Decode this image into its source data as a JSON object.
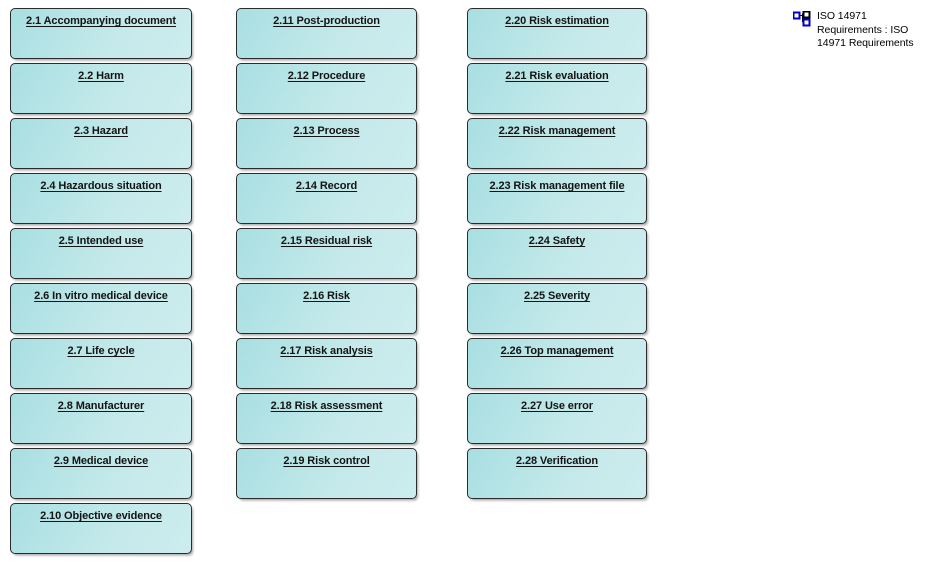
{
  "diagram": {
    "legend": {
      "icon": "package-hierarchy-icon",
      "text": "ISO 14971 Requirements : ISO 14971 Requirements"
    },
    "style": {
      "box_fill_start": "#a8dfe2",
      "box_fill_end": "#cdecee",
      "box_border": "#2b2b2b",
      "label_color": "#141414",
      "icon_accent": "#0000cc",
      "icon_dark": "#000000",
      "canvas_background": "#ffffff"
    },
    "columns": [
      {
        "id": "column-1",
        "nodes": [
          {
            "label": "2.1 Accompanying document"
          },
          {
            "label": "2.2 Harm"
          },
          {
            "label": "2.3 Hazard"
          },
          {
            "label": "2.4 Hazardous situation"
          },
          {
            "label": "2.5 Intended use"
          },
          {
            "label": "2.6 In vitro medical device"
          },
          {
            "label": "2.7 Life cycle"
          },
          {
            "label": "2.8 Manufacturer"
          },
          {
            "label": "2.9 Medical device"
          },
          {
            "label": "2.10 Objective evidence"
          }
        ]
      },
      {
        "id": "column-2",
        "nodes": [
          {
            "label": "2.11 Post-production"
          },
          {
            "label": "2.12 Procedure"
          },
          {
            "label": "2.13 Process"
          },
          {
            "label": "2.14 Record"
          },
          {
            "label": "2.15 Residual risk"
          },
          {
            "label": "2.16 Risk"
          },
          {
            "label": "2.17 Risk analysis"
          },
          {
            "label": "2.18 Risk assessment"
          },
          {
            "label": "2.19 Risk control"
          }
        ]
      },
      {
        "id": "column-3",
        "nodes": [
          {
            "label": "2.20 Risk estimation"
          },
          {
            "label": "2.21 Risk evaluation"
          },
          {
            "label": "2.22 Risk management"
          },
          {
            "label": "2.23 Risk management file"
          },
          {
            "label": "2.24 Safety"
          },
          {
            "label": "2.25 Severity"
          },
          {
            "label": "2.26 Top management"
          },
          {
            "label": "2.27 Use error"
          },
          {
            "label": "2.28 Verification"
          }
        ]
      }
    ]
  }
}
